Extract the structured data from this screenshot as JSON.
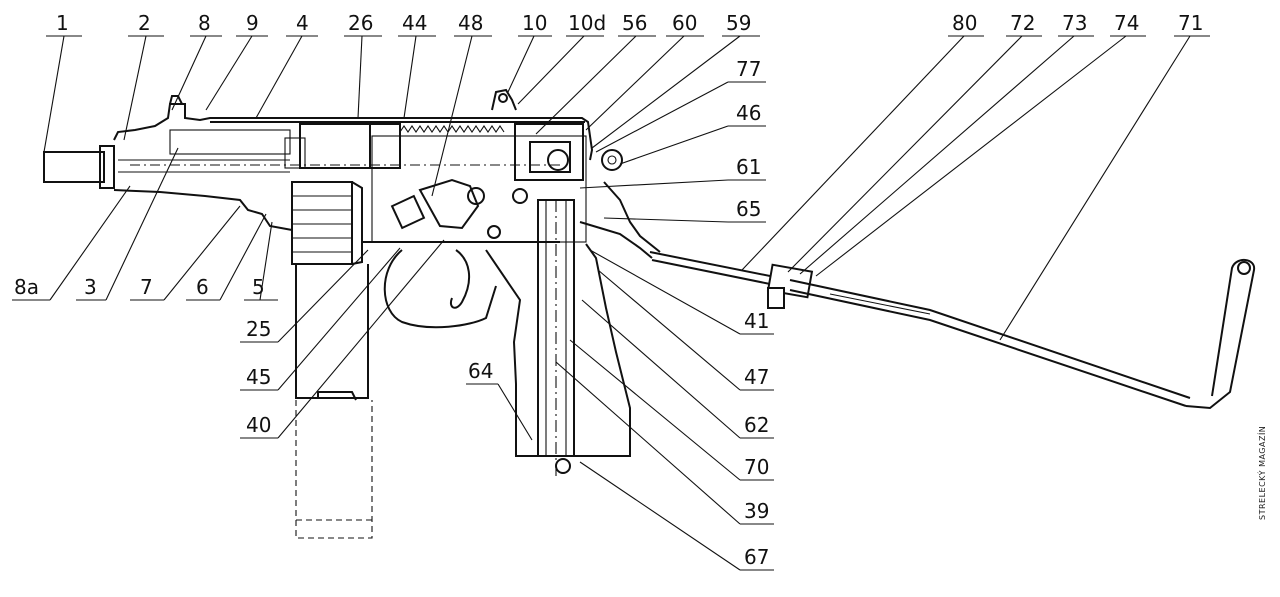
{
  "labels": {
    "1": "1",
    "2": "2",
    "8": "8",
    "9": "9",
    "4": "4",
    "26": "26",
    "44": "44",
    "48": "48",
    "10": "10",
    "10d": "10d",
    "56": "56",
    "60": "60",
    "59": "59",
    "77": "77",
    "46": "46",
    "61": "61",
    "65": "65",
    "80": "80",
    "72": "72",
    "73": "73",
    "74": "74",
    "71": "71",
    "8a": "8a",
    "3": "3",
    "7": "7",
    "6": "6",
    "5": "5",
    "25": "25",
    "45": "45",
    "40": "40",
    "64": "64",
    "41": "41",
    "47": "47",
    "62": "62",
    "70": "70",
    "39": "39",
    "67": "67"
  },
  "credit": "STRELECKÝ MAGAZÍN"
}
